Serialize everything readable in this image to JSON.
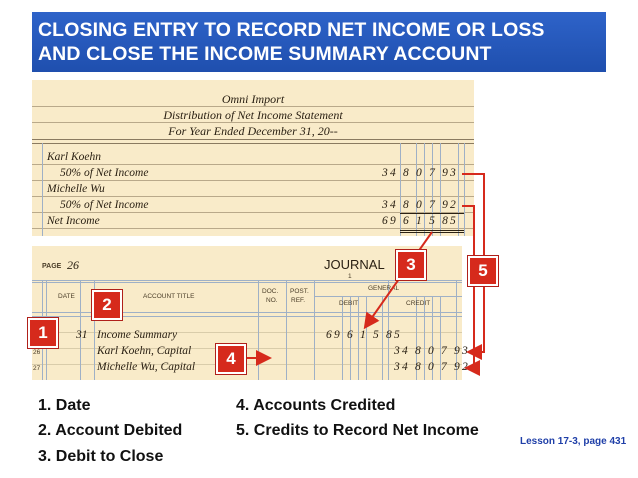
{
  "title": {
    "line1": "CLOSING ENTRY TO RECORD NET INCOME OR LOSS",
    "line2": "AND CLOSE THE INCOME SUMMARY ACCOUNT"
  },
  "statement": {
    "company": "Omni Import",
    "name": "Distribution of Net Income Statement",
    "period": "For Year Ended December 31, 20--",
    "rows": [
      {
        "label": "Karl Koehn",
        "amount": ""
      },
      {
        "label": "50% of Net Income",
        "amount": "34 8 0 7 93"
      },
      {
        "label": "Michelle Wu",
        "amount": ""
      },
      {
        "label": "50% of Net Income",
        "amount": "34 8 0 7 92"
      },
      {
        "label": "Net Income",
        "amount": "69 6 1 5 85"
      }
    ]
  },
  "journal": {
    "page_label": "PAGE",
    "page_number": "26",
    "title": "JOURNAL",
    "sheet_number": "1",
    "headers": {
      "date": "DATE",
      "account": "ACCOUNT TITLE",
      "doc": "DOC.",
      "doc2": "NO.",
      "post": "POST.",
      "post2": "REF.",
      "general": "GENERAL",
      "debit": "DEBIT",
      "credit": "CREDIT"
    },
    "rows": [
      {
        "line": "",
        "day": "31",
        "account": "Income Summary",
        "debit": "69 6 1 5 85",
        "credit": ""
      },
      {
        "line": "26",
        "day": "",
        "account": "Karl Koehn, Capital",
        "debit": "",
        "credit": "34 8 0 7 93"
      },
      {
        "line": "27",
        "day": "",
        "account": "Michelle Wu, Capital",
        "debit": "",
        "credit": "34 8 0 7 92"
      }
    ]
  },
  "callouts": [
    "1",
    "2",
    "3",
    "4",
    "5"
  ],
  "legend": [
    "1. Date",
    "2. Account Debited",
    "3. Debit to Close",
    "4. Accounts Credited",
    "5. Credits to Record Net Income"
  ],
  "reference": "Lesson 17-3, page 431",
  "colors": {
    "title_bg": "#2457be",
    "paper": "#f9ebc9",
    "callout": "#d62a1c",
    "reference": "#1f3fa8"
  }
}
